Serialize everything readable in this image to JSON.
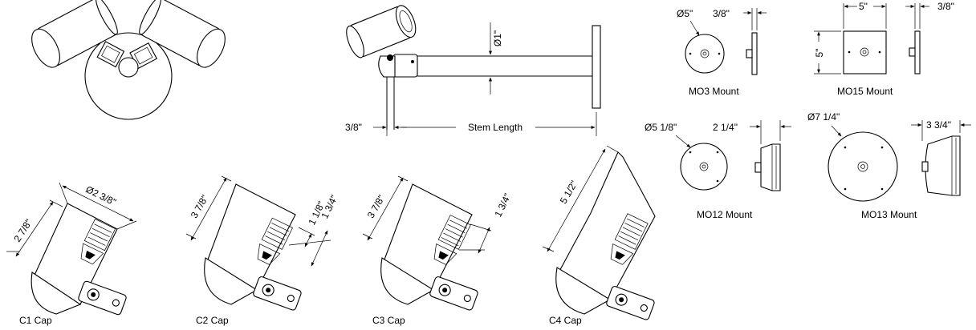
{
  "mounts": {
    "mo3": {
      "label": "MO3 Mount",
      "diameter": "Ø5\"",
      "thickness": "3/8\""
    },
    "mo15": {
      "label": "MO15 Mount",
      "width": "5\"",
      "height": "5\"",
      "thickness": "3/8\""
    },
    "mo12": {
      "label": "MO12 Mount",
      "diameter": "Ø5 1/8\"",
      "depth": "2 1/4\""
    },
    "mo13": {
      "label": "MO13 Mount",
      "diameter": "Ø7 1/4\"",
      "depth": "3 3/4\""
    }
  },
  "stem": {
    "diameter": "Ø1\"",
    "offset": "3/8\"",
    "length_label": "Stem Length"
  },
  "caps": {
    "c1": {
      "label": "C1  Cap",
      "length": "2 7/8\"",
      "diameter": "Ø2 3/8\""
    },
    "c2": {
      "label": "C2  Cap",
      "length": "3 7/8\"",
      "dim_a": "1 1/8\"",
      "dim_b": "1 3/4\""
    },
    "c3": {
      "label": "C3  Cap",
      "length": "3 7/8\"",
      "dim_a": "1 3/4\""
    },
    "c4": {
      "label": "C4  Cap",
      "length": "5 1/2\""
    }
  }
}
